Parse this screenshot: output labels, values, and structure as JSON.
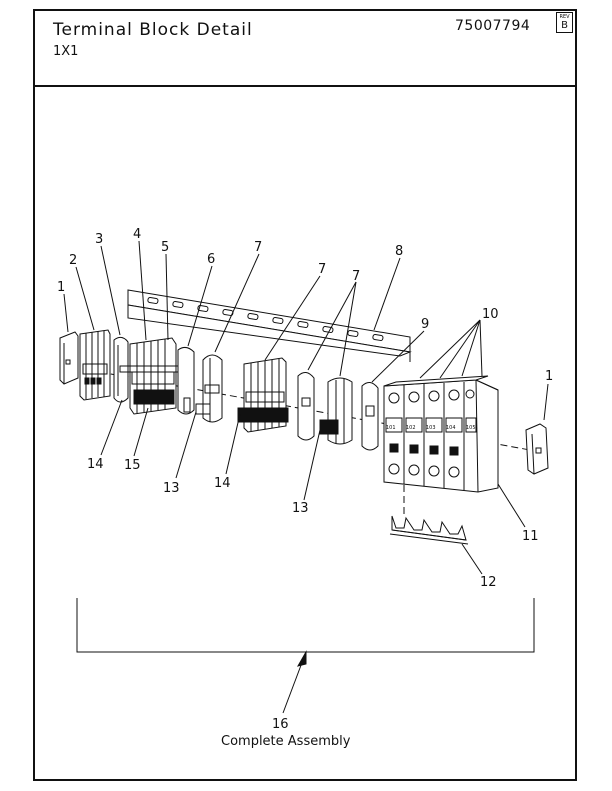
{
  "header": {
    "title": "Terminal Block Detail",
    "subtitle": "1X1",
    "doc_number": "75007794",
    "rev_label": "REV",
    "rev_value": "B"
  },
  "callouts": [
    "1",
    "2",
    "3",
    "4",
    "5",
    "6",
    "7",
    "7",
    "7",
    "8",
    "9",
    "10",
    "1",
    "14",
    "15",
    "13",
    "14",
    "13",
    "11",
    "12"
  ],
  "terminal_labels": [
    "101",
    "102",
    "103",
    "104",
    "105"
  ],
  "assembly": {
    "number": "16",
    "caption": "Complete Assembly"
  }
}
